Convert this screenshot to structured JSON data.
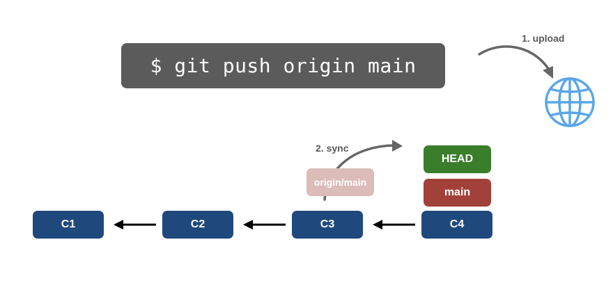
{
  "command": "$ git push origin main",
  "upload_label": "1. upload",
  "sync_label": "2. sync",
  "icons": {
    "remote": "globe-icon"
  },
  "commits": [
    {
      "id": "C1"
    },
    {
      "id": "C2"
    },
    {
      "id": "C3"
    },
    {
      "id": "C4"
    }
  ],
  "refs": {
    "head": "HEAD",
    "main": "main",
    "origin_main": "origin/main"
  },
  "colors": {
    "terminal_bg": "#5b5b5b",
    "commit": "#1f497d",
    "head": "#3a7d2a",
    "main": "#a2413a",
    "origin_main": "#dcbcb8",
    "globe": "#5aa6e6",
    "arrow": "#666666"
  }
}
